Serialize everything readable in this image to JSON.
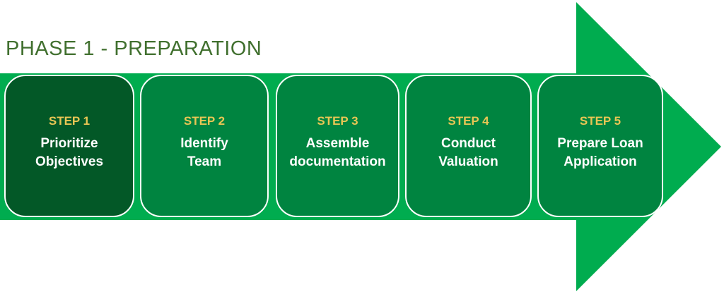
{
  "title": "PHASE 1 - PREPARATION",
  "colors": {
    "arrow-green": "#00AC4F",
    "box-green": "#008440",
    "box1-green": "#035827",
    "gold": "#E9C654",
    "title-green": "#41702F",
    "step-text": "#FFFFFF"
  },
  "steps": [
    {
      "label": "STEP 1",
      "lines": [
        "Prioritize",
        "Objectives"
      ]
    },
    {
      "label": "STEP 2",
      "lines": [
        "Identify",
        "Team"
      ]
    },
    {
      "label": "STEP 3",
      "lines": [
        "Assemble",
        "documentation"
      ]
    },
    {
      "label": "STEP 4",
      "lines": [
        "Conduct",
        "Valuation"
      ]
    },
    {
      "label": "STEP 5",
      "lines": [
        "Prepare Loan",
        "Application"
      ]
    }
  ]
}
